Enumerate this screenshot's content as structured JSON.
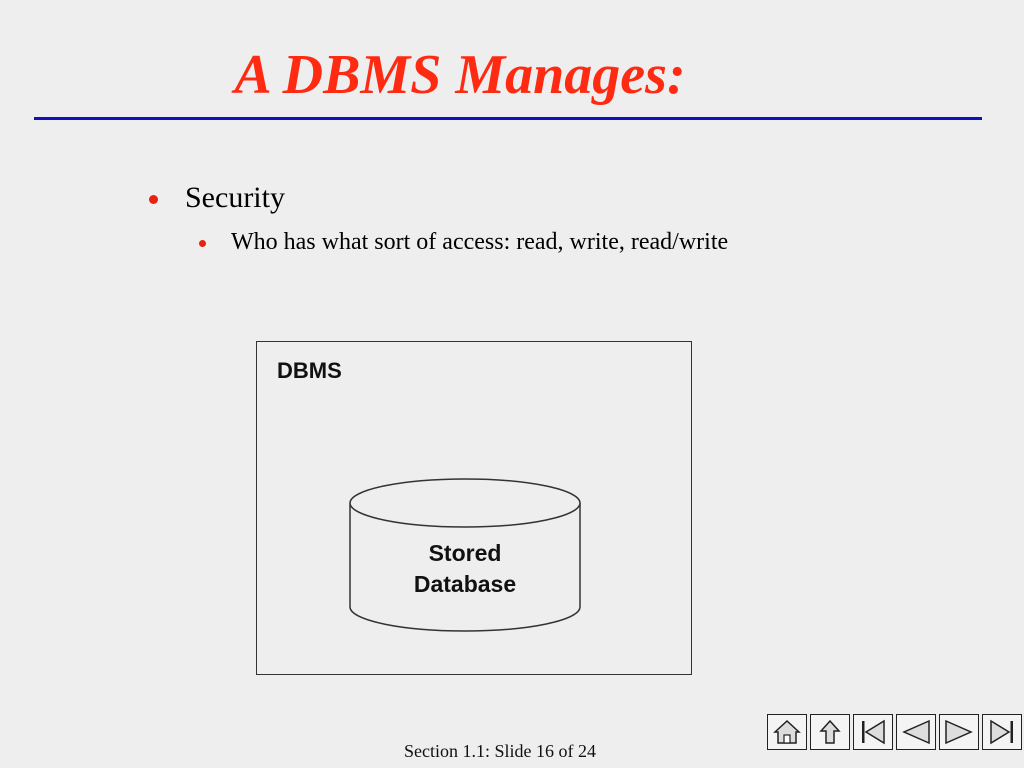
{
  "slide": {
    "title": "A DBMS Manages:",
    "bullets": [
      {
        "text": "Security",
        "sub": [
          {
            "text": "Who has what sort of access: read, write, read/write"
          }
        ]
      }
    ]
  },
  "diagram": {
    "container_label": "DBMS",
    "database_line1": "Stored",
    "database_line2": "Database"
  },
  "footer": {
    "text": "Section 1.1: Slide 16 of 24"
  },
  "nav": {
    "buttons": [
      "home-icon",
      "up-arrow-icon",
      "first-slide-icon",
      "previous-slide-icon",
      "next-slide-icon",
      "last-slide-icon"
    ]
  },
  "colors": {
    "title": "#ff2a12",
    "rule": "#1010c0",
    "bullet": "#e8220e",
    "background": "#eeeeee"
  }
}
